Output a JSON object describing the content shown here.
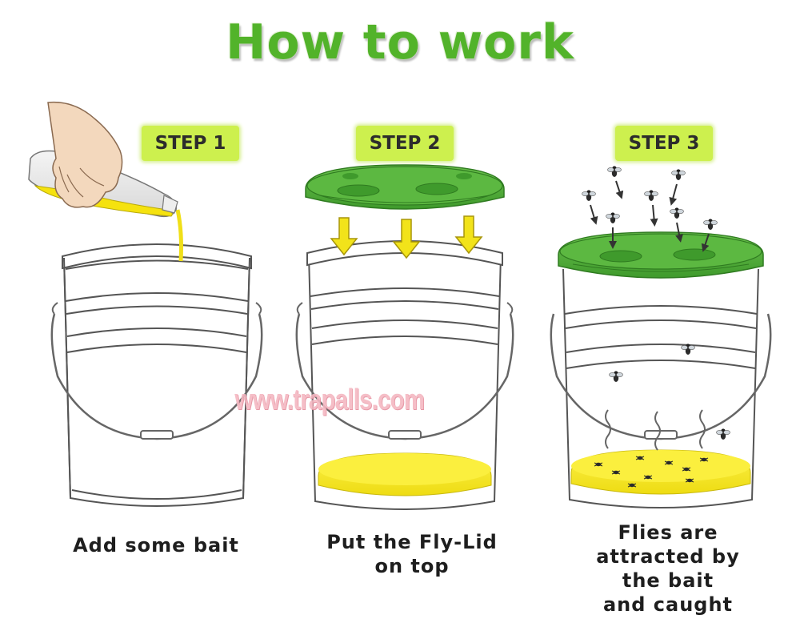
{
  "title": "How to work",
  "steps": [
    {
      "badge": "STEP 1",
      "caption_lines": [
        "Add some bait"
      ]
    },
    {
      "badge": "STEP 2",
      "caption_lines": [
        "Put the Fly-Lid",
        "on top"
      ]
    },
    {
      "badge": "STEP 3",
      "caption_lines": [
        "Flies are",
        "attracted by",
        "the bait",
        "and caught"
      ]
    }
  ],
  "watermark": "www.trapalls.com",
  "colors": {
    "title": "#52b32a",
    "badge": "#cdf04e",
    "lid": "#4fae3a",
    "bait": "#f7ea1c",
    "arrow": "#f2e31a",
    "bucket_outline": "#555555"
  },
  "icons": [
    "hand-pouring-bottle-icon",
    "fly-lid-icon",
    "down-arrow-icon",
    "fly-icon",
    "bucket-icon"
  ]
}
